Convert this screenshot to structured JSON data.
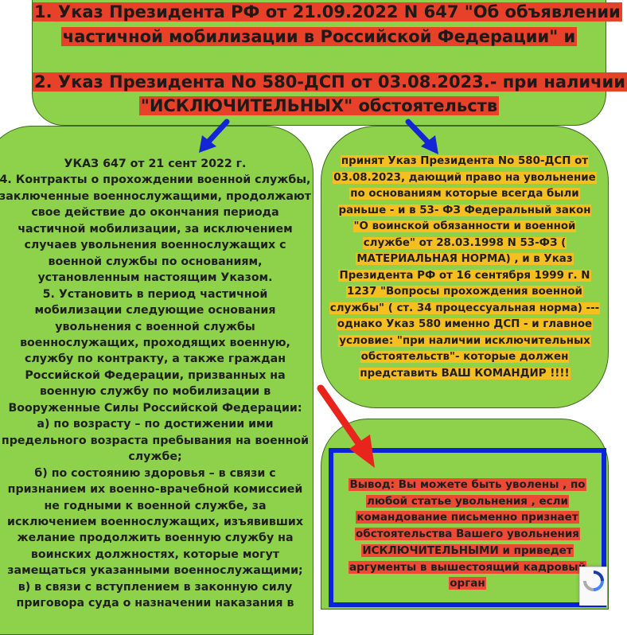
{
  "top_box": {
    "lines": [
      "1. Указ  Президента РФ от 21.09.2022 N 647 \"Об объявлении",
      "частичной мобилизации в Российской Федерации\" и",
      "2.  Указ Президента No 580-ДСП от 03.08.2023.- при наличии",
      "\"ИСКЛЮЧИТЕЛЬНЫХ\" обстоятельств"
    ]
  },
  "left_box": {
    "lines": [
      "УКАЗ 647 от 21 сент 2022 г.",
      "4. Контракты о прохождении военной службы,",
      "заключенные военнослужащими, продолжают",
      "свое действие до окончания периода",
      "частичной мобилизации, за исключением",
      "случаев увольнения военнослужащих с",
      "военной службы по основаниям,",
      "установленным настоящим Указом.",
      "5. Установить в период частичной",
      "мобилизации следующие основания",
      "увольнения с военной службы",
      "военнослужащих, проходящих военную,",
      "службу по контракту, а также граждан",
      "Российской Федерации, призванных на",
      "военную службу по мобилизации в",
      "Вооруженные Силы Российской Федерации:",
      "а) по возрасту – по достижении ими",
      "предельного возраста пребывания на военной",
      "службе;",
      "б) по состоянию здоровья – в связи с",
      "признанием их военно-врачебной комиссией",
      "не годными к военной службе, за",
      "исключением военнослужащих, изъявивших",
      "желание продолжить военную службу на",
      "воинских должностях, которые могут",
      "замещаться указанными военнослужащими;",
      "в) в связи с вступлением в законную силу",
      "приговора суда о назначении наказания в"
    ]
  },
  "right_box": {
    "lines": [
      "принят Указ Президента No 580-ДСП от",
      "03.08.2023, дающий право на увольнение",
      "по  основаниям которые всегда были",
      "раньше - и в 53- ФЗ Федеральный закон",
      "\"О воинской обязанности и военной",
      "службе\" от 28.03.1998 N 53-ФЗ (",
      "МАТЕРИАЛЬНАЯ НОРМА) , и в  Указ",
      "Президента РФ от 16 сентября 1999 г. N",
      "1237 \"Вопросы прохождения военной",
      "службы\" ( ст. 34 процессуальная норма) ---",
      "однако Указ 580 именно ДСП - и главное",
      "условие: \"при наличии исключительных",
      "обстоятельств\"- которые должен",
      "представить ВАШ КОМАНДИР !!!!"
    ]
  },
  "conclusion_box": {
    "lines": [
      "Вывод: Вы можете быть уволены , по",
      "любой статье увольнения , если",
      "командование письменно признает",
      "обстоятельства Вашего увольнения",
      "ИСКЛЮЧИТЕЛЬНЫМИ и приведет",
      "аргументы в вышестоящий кадровый",
      "орган"
    ]
  },
  "arrows": {
    "blue_color": "#1226d6",
    "red_color": "#e8241c"
  },
  "recaptcha": {
    "icon": "recaptcha-icon"
  }
}
